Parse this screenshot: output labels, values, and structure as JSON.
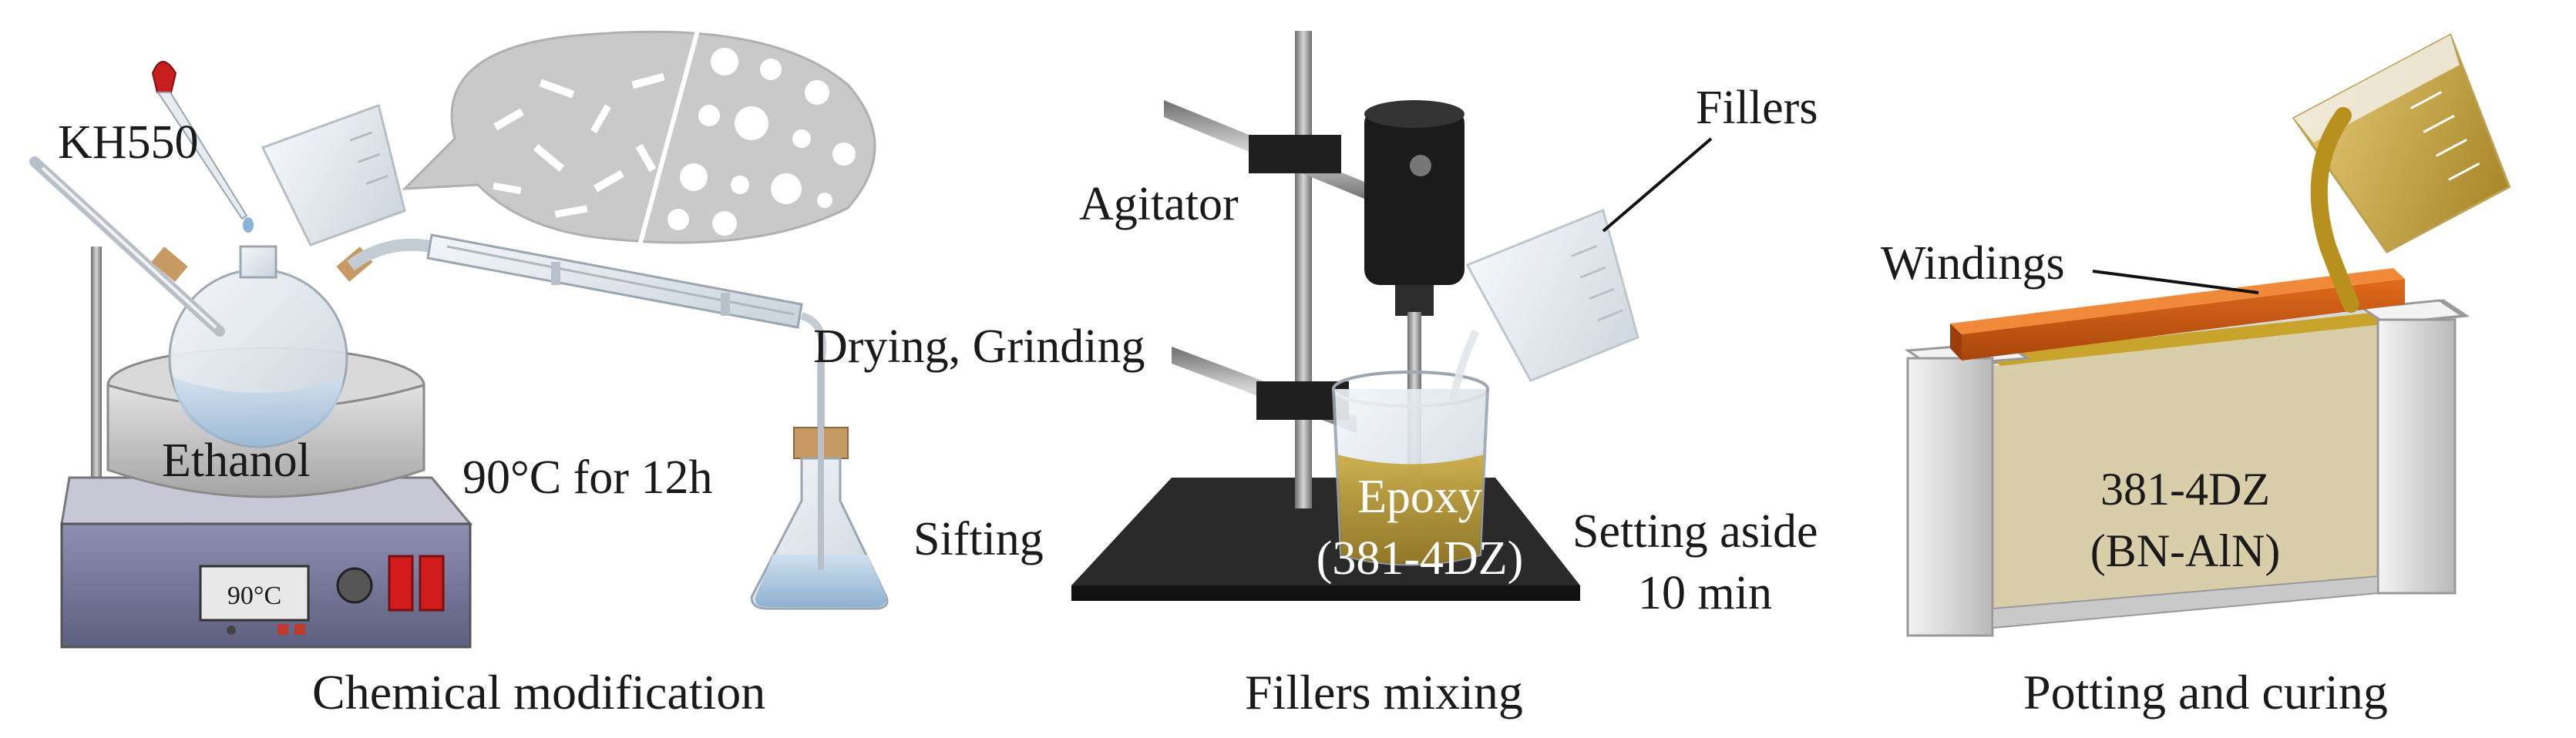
{
  "panels": {
    "chemical": {
      "caption": "Chemical modification",
      "reagent": "KH550",
      "solvent": "Ethanol",
      "condition": "90°C for 12h",
      "display": "90°C",
      "step": "Drying, Grinding"
    },
    "mixing": {
      "caption": "Fillers mixing",
      "agitator": "Agitator",
      "fillers": "Fillers",
      "sifting": "Sifting",
      "epoxy_line1": "Epoxy",
      "epoxy_line2": "(381-4DZ)",
      "setting_line1": "Setting aside",
      "setting_line2": "10 min"
    },
    "potting": {
      "caption": "Potting and curing",
      "windings": "Windings",
      "mold_line1": "381-4DZ",
      "mold_line2": "(BN-AlN)"
    }
  }
}
